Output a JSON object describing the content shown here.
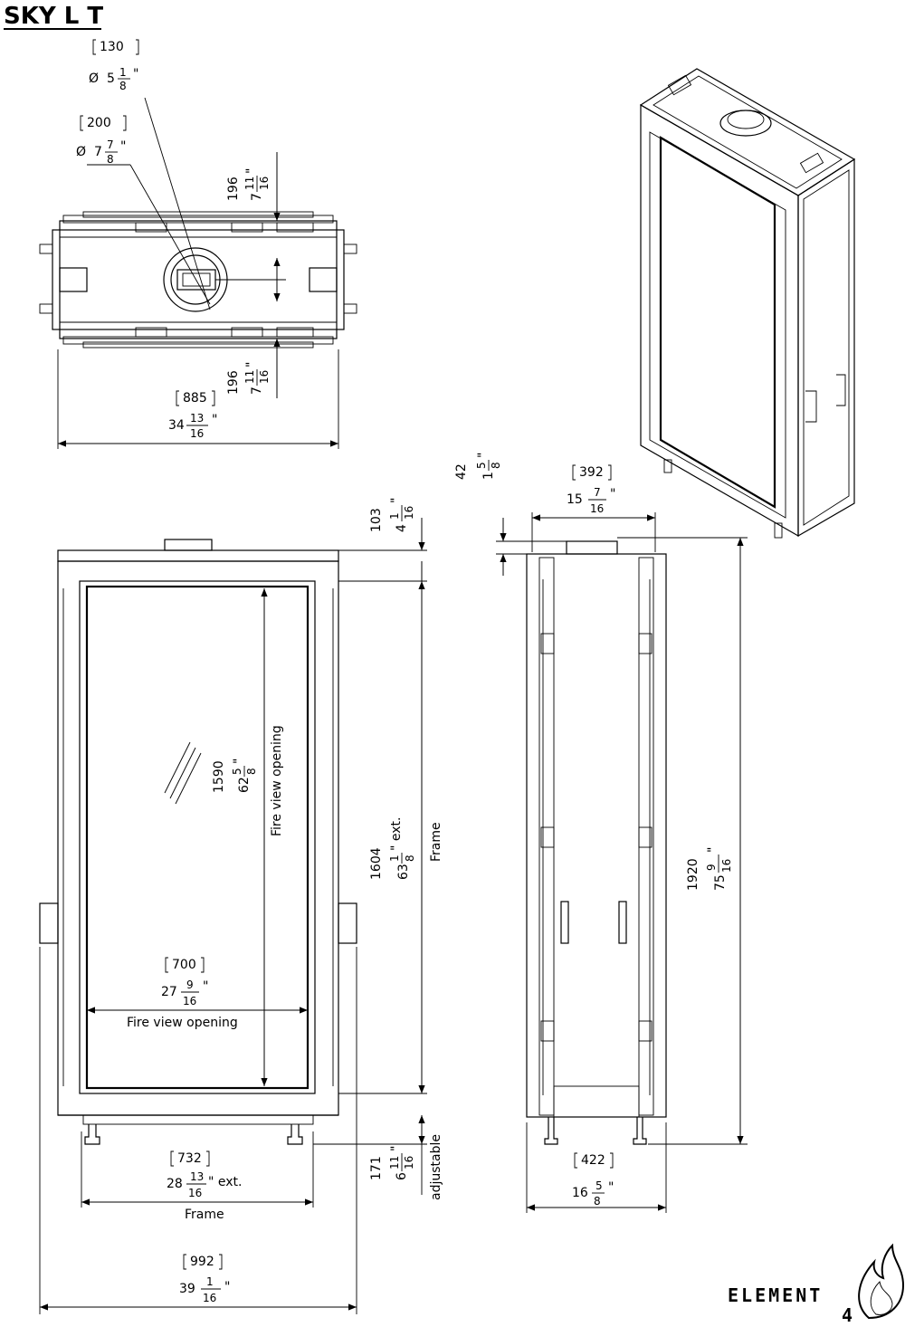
{
  "title": "SKY L T",
  "brand": {
    "name": "ELEMENT",
    "suffix": "4"
  },
  "top_view": {
    "flue_inner": {
      "mm": "130",
      "symbol": "Ø",
      "whole": "5",
      "num": "1",
      "den": "8",
      "unit": "\""
    },
    "flue_outer": {
      "mm": "200",
      "symbol": "Ø",
      "whole": "7",
      "num": "7",
      "den": "8",
      "unit": "\""
    },
    "offset_top": {
      "mm": "196",
      "whole": "7",
      "num": "11",
      "den": "16",
      "unit": "\""
    },
    "offset_bottom": {
      "mm": "196",
      "whole": "7",
      "num": "11",
      "den": "16",
      "unit": "\""
    },
    "width": {
      "mm": "885",
      "whole": "34",
      "num": "13",
      "den": "16",
      "unit": "\""
    }
  },
  "front_view": {
    "top_offset": {
      "mm": "103",
      "whole": "4",
      "num": "1",
      "den": "16",
      "unit": "\""
    },
    "view_height": {
      "mm": "1590",
      "whole": "62",
      "num": "5",
      "den": "8",
      "unit": "\"",
      "label": "Fire view opening"
    },
    "frame_height": {
      "mm": "1604",
      "whole": "63",
      "num": "1",
      "den": "8",
      "unit": "\" ext.",
      "label": "Frame"
    },
    "view_width": {
      "mm": "700",
      "whole": "27",
      "num": "9",
      "den": "16",
      "unit": "\"",
      "label": "Fire view opening"
    },
    "feet": {
      "mm": "171",
      "whole": "6",
      "num": "11",
      "den": "16",
      "unit": "\"",
      "label": "adjustable"
    },
    "frame_width": {
      "mm": "732",
      "whole": "28",
      "num": "13",
      "den": "16",
      "unit": "\" ext.",
      "label": "Frame"
    },
    "total_width": {
      "mm": "992",
      "whole": "39",
      "num": "1",
      "den": "16",
      "unit": "\""
    }
  },
  "side_view": {
    "top_offset": {
      "mm": "42",
      "whole": "1",
      "num": "5",
      "den": "8",
      "unit": "\""
    },
    "depth_top": {
      "mm": "392",
      "whole": "15",
      "num": "7",
      "den": "16",
      "unit": "\""
    },
    "height": {
      "mm": "1920",
      "whole": "75",
      "num": "9",
      "den": "16",
      "unit": "\""
    },
    "depth_bottom": {
      "mm": "422",
      "whole": "16",
      "num": "5",
      "den": "8",
      "unit": "\""
    }
  }
}
